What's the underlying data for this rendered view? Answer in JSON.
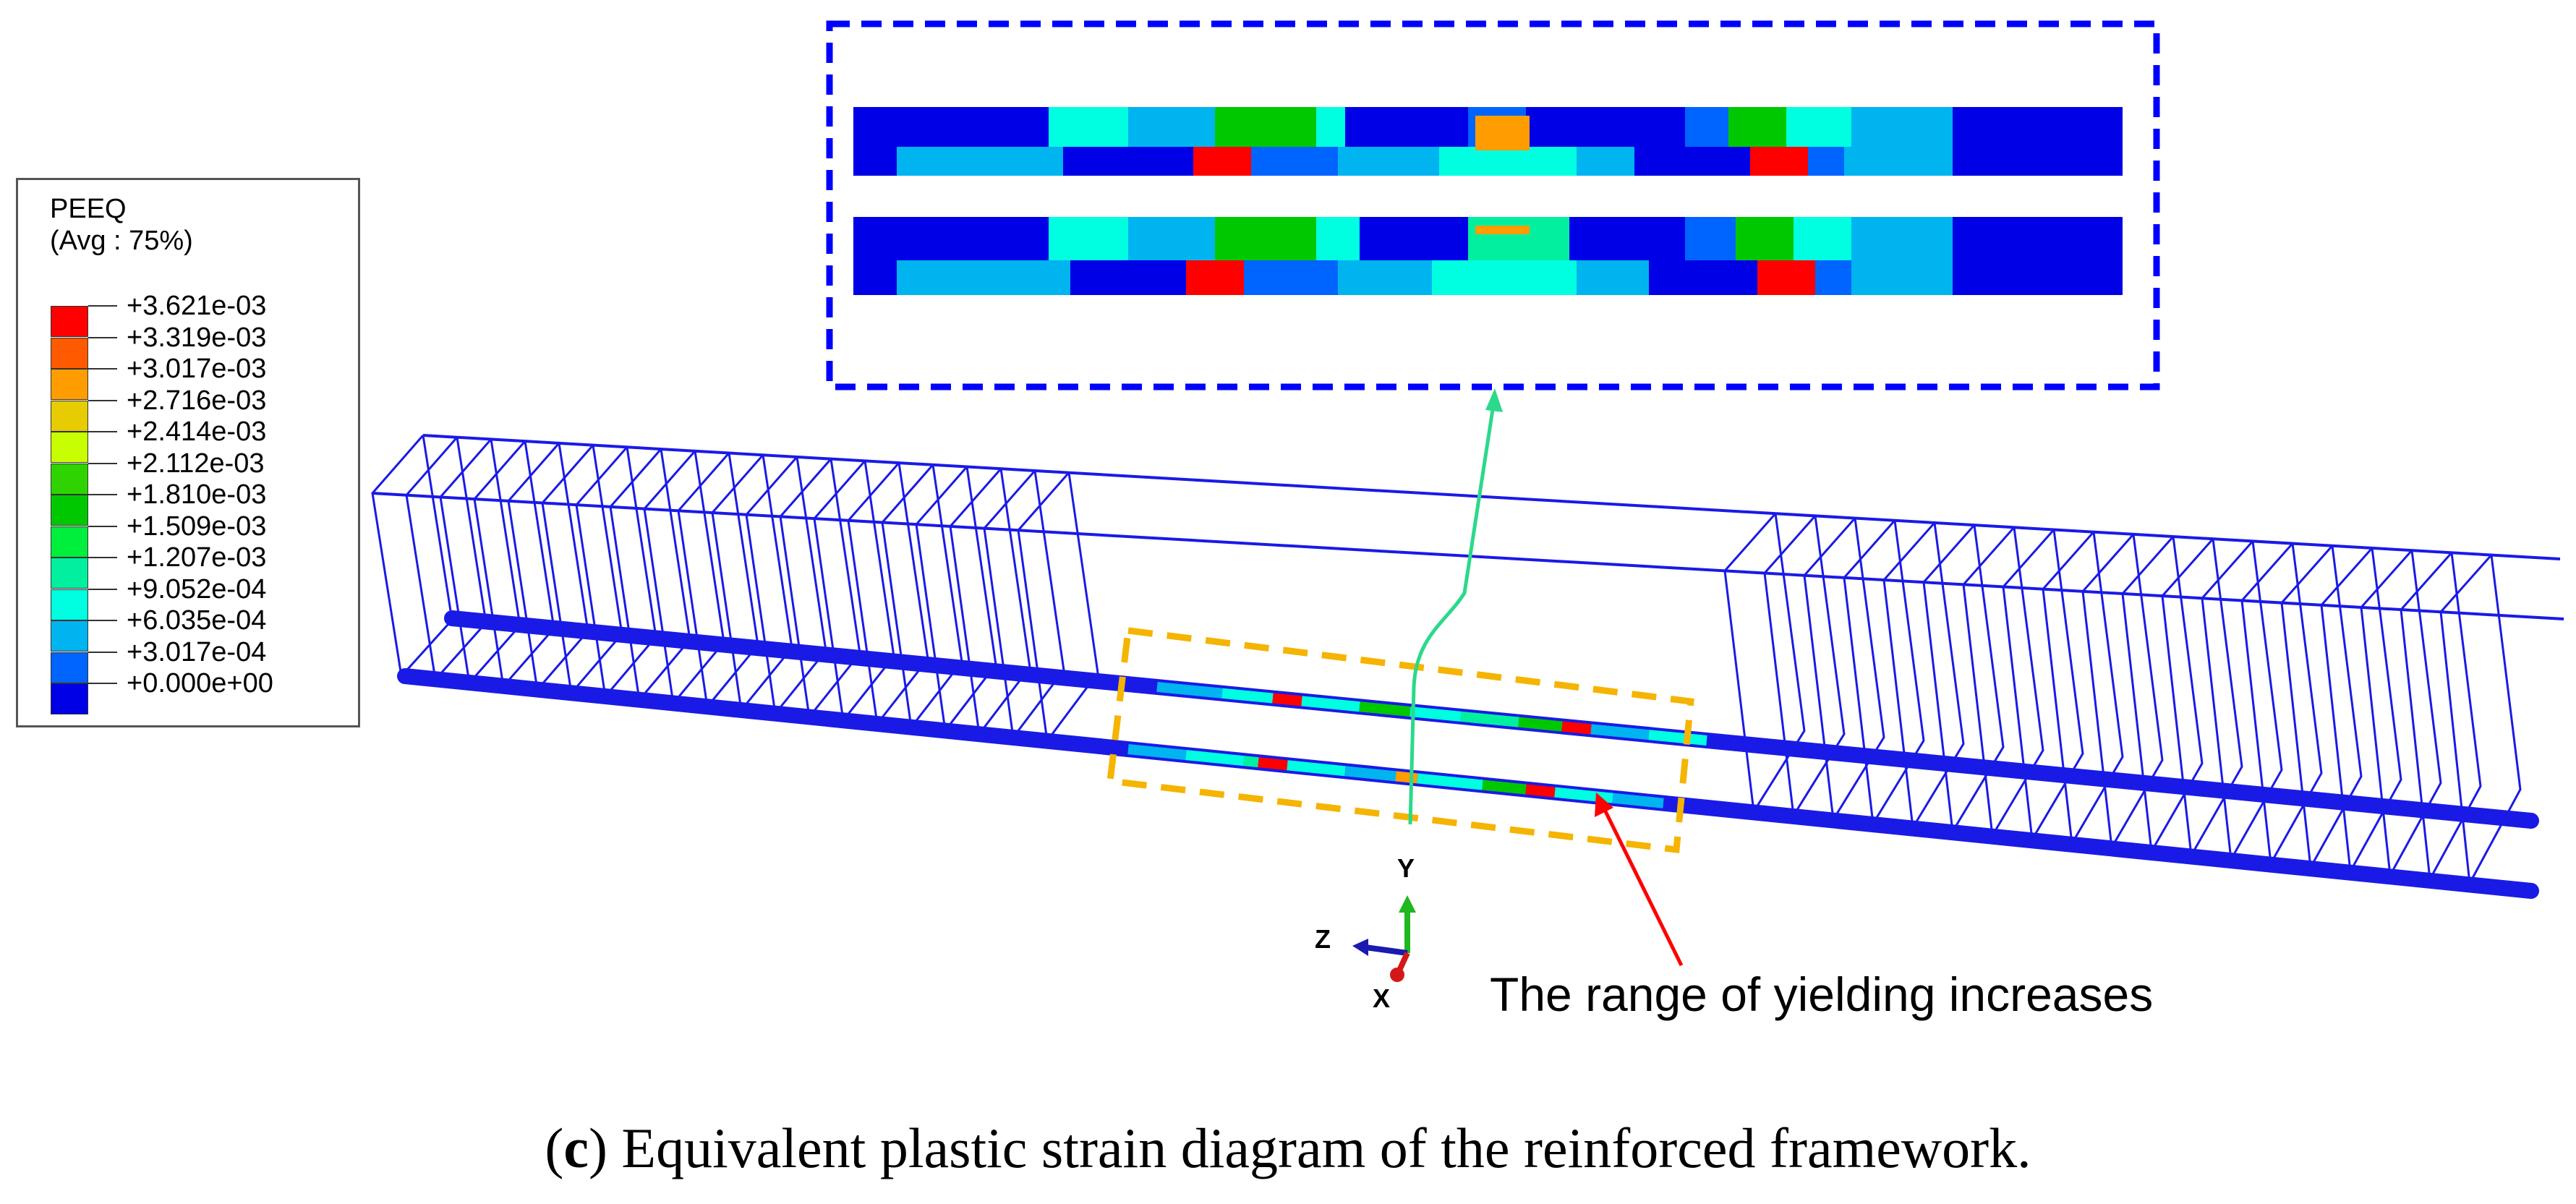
{
  "legend": {
    "title": "PEEQ",
    "subtitle": "(Avg : 75%)",
    "entries": [
      {
        "label": "+3.621e-03",
        "color": "#ff0000"
      },
      {
        "label": "+3.319e-03",
        "color": "#ff5a00"
      },
      {
        "label": "+3.017e-03",
        "color": "#ff9c00"
      },
      {
        "label": "+2.716e-03",
        "color": "#e6cc00"
      },
      {
        "label": "+2.414e-03",
        "color": "#c8ff00"
      },
      {
        "label": "+2.112e-03",
        "color": "#2fd400"
      },
      {
        "label": "+1.810e-03",
        "color": "#00c800"
      },
      {
        "label": "+1.509e-03",
        "color": "#00ee3c"
      },
      {
        "label": "+1.207e-03",
        "color": "#00f0a0"
      },
      {
        "label": "+9.052e-04",
        "color": "#00ffe0"
      },
      {
        "label": "+6.035e-04",
        "color": "#00b4f0"
      },
      {
        "label": "+3.017e-04",
        "color": "#0064ff"
      },
      {
        "label": "+0.000e+00",
        "color": "#0000e6"
      }
    ]
  },
  "triad": {
    "y": "Y",
    "z": "Z",
    "x": "X"
  },
  "annotation": "The range of yielding increases",
  "caption": {
    "letter": "c",
    "text": "Equivalent plastic strain diagram of the reinforced framework."
  },
  "colors": {
    "frame": "#1a1ae6",
    "highlight_box": "#f5b400",
    "zoom_box": "#0000ff",
    "green_arrow": "#2bd98a",
    "red_arrow": "#ff0000"
  }
}
